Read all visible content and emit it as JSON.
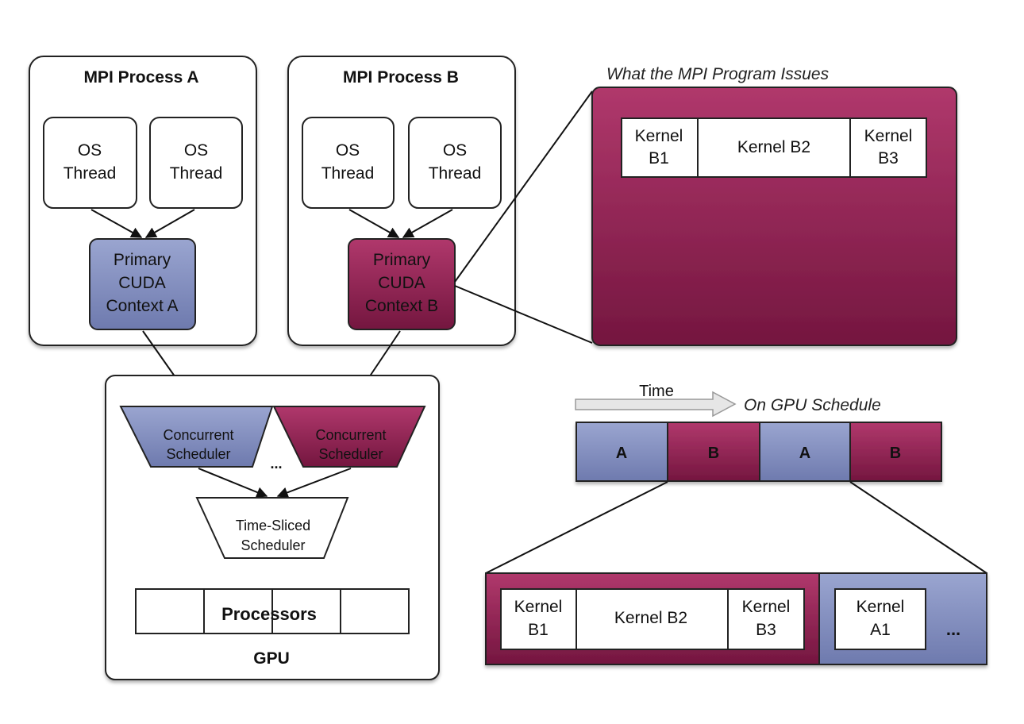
{
  "colors": {
    "process_a": "#8a96c4",
    "process_b": "#9b2458",
    "outline": "#222222"
  },
  "process_a": {
    "title": "MPI Process A",
    "threads": [
      {
        "line1": "OS",
        "line2": "Thread"
      },
      {
        "line1": "OS",
        "line2": "Thread"
      }
    ],
    "context": {
      "line1": "Primary",
      "line2": "CUDA",
      "line3": "Context A"
    }
  },
  "process_b": {
    "title": "MPI Process B",
    "threads": [
      {
        "line1": "OS",
        "line2": "Thread"
      },
      {
        "line1": "OS",
        "line2": "Thread"
      }
    ],
    "context": {
      "line1": "Primary",
      "line2": "CUDA",
      "line3": "Context B"
    }
  },
  "issues_panel": {
    "caption": "What the MPI Program Issues",
    "kernels": [
      {
        "line1": "Kernel",
        "line2": "B1"
      },
      {
        "line1": "Kernel B2",
        "line2": ""
      },
      {
        "line1": "Kernel",
        "line2": "B3"
      }
    ]
  },
  "gpu": {
    "label": "GPU",
    "concurrent_a": {
      "line1": "Concurrent",
      "line2": "Scheduler"
    },
    "concurrent_b": {
      "line1": "Concurrent",
      "line2": "Scheduler"
    },
    "ellipsis": "...",
    "time_sliced": {
      "line1": "Time-Sliced",
      "line2": "Scheduler"
    },
    "processors_label": "Processors"
  },
  "schedule": {
    "time_label": "Time",
    "caption": "On GPU Schedule",
    "slots": [
      "A",
      "B",
      "A",
      "B"
    ],
    "detail_b_kernels": [
      {
        "line1": "Kernel",
        "line2": "B1"
      },
      {
        "line1": "Kernel B2",
        "line2": ""
      },
      {
        "line1": "Kernel",
        "line2": "B3"
      }
    ],
    "detail_a_kernel": {
      "line1": "Kernel",
      "line2": "A1"
    },
    "detail_ellipsis": "..."
  }
}
